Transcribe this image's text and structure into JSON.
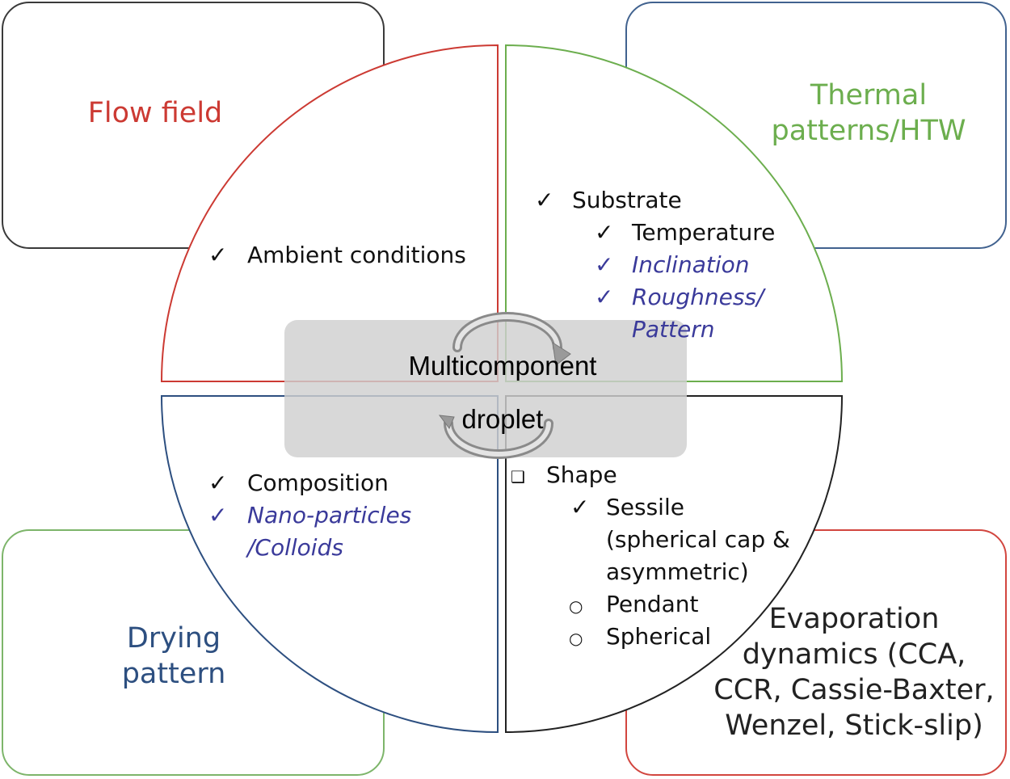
{
  "center": {
    "line1": "Multicomponent",
    "line2": "droplet"
  },
  "corners": {
    "flow_field": {
      "title": "Flow field",
      "color": "#cc3a33"
    },
    "thermal": {
      "title_line1": "Thermal",
      "title_line2": "patterns/HTW",
      "color": "#6cae4e"
    },
    "drying": {
      "title_line1": "Drying",
      "title_line2": "pattern",
      "color": "#2d4f80"
    },
    "evaporation": {
      "title_line1": "Evaporation",
      "title_line2": "dynamics (CCA,",
      "title_line3": "CCR, Cassie-Baxter,",
      "title_line4": "Wenzel, Stick-slip)",
      "color": "#222222"
    }
  },
  "quadrants": {
    "top_left": {
      "item1": "Ambient conditions"
    },
    "top_right": {
      "item1": "Substrate",
      "sub1": "Temperature",
      "sub2": "Inclination",
      "sub3_line1": "Roughness/",
      "sub3_line2": "Pattern"
    },
    "bottom_left": {
      "item1": "Composition",
      "sub1_line1": "Nano-particles",
      "sub1_line2": "/Colloids"
    },
    "bottom_right": {
      "item1": "Shape",
      "sub1_line1": "Sessile",
      "sub1_line2": "(spherical cap &",
      "sub1_line3": "asymmetric)",
      "sub2": "Pendant",
      "sub3": "Spherical"
    }
  },
  "symbols": {
    "check": "✓",
    "square": "❑",
    "circle": "○"
  }
}
